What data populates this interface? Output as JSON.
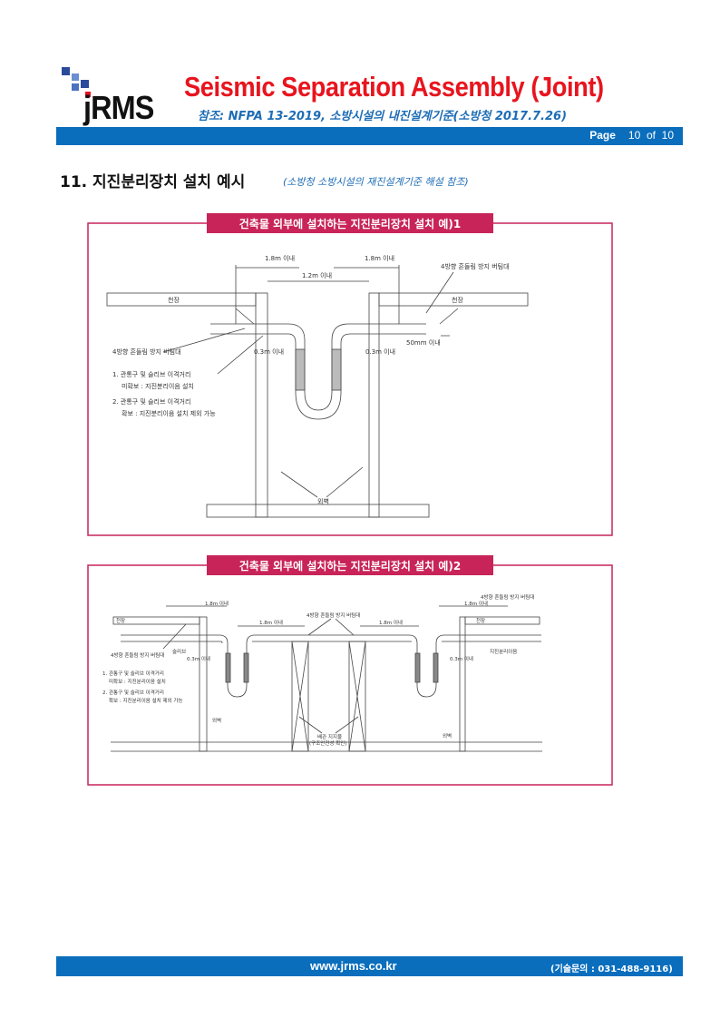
{
  "header": {
    "logo_text": "jRMS",
    "title": "Seismic Separation Assembly (Joint)",
    "subtitle": "참조: NFPA 13-2019, 소방시설의 내진설계기준(소방청 2017.7.26)",
    "page_label": "Page",
    "page_current": "10",
    "page_of": "of",
    "page_total": "10"
  },
  "section": {
    "heading": "11.  지진분리장치 설치 예시",
    "reference": "(소방청 소방시설의 재진설계기준 해설 참조)"
  },
  "diagram1": {
    "title": "건축물 외부에 설치하는 지진분리장치 설치 예)1",
    "dim_left": "1.8m 이내",
    "dim_right": "1.8m 이내",
    "dim_center": "1.2m 이내",
    "brace_right": "4방향 흔들림 방지 버팀대",
    "brace_left": "4방향 흔들림 방지 버팀대",
    "ceiling_left": "천장",
    "ceiling_right": "천장",
    "dim_50mm": "50mm 이내",
    "dim_03_left": "0.3m 이내",
    "dim_03_right": "0.3m 이내",
    "note1a": "1. 관통구 및 슬리브 이격거리",
    "note1b": "미확보 : 지진분리이음 설치",
    "note2a": "2. 관통구 및 슬리브 이격거리",
    "note2b": "확보 : 지진분리이음 설치 제외 가능",
    "wall": "외벽"
  },
  "diagram2": {
    "title": "건축물 외부에 설치하는 지진분리장치 설치 예)2",
    "dim_left_top": "1.8m 이내",
    "dim_mid_left": "1.8m 이내",
    "dim_mid_right": "1.8m 이내",
    "dim_right_top": "1.8m 이내",
    "brace_center": "4방향 흔들림 방지 버팀대",
    "brace_right": "4방향 흔들림 방지 버팀대",
    "brace_left": "4방향 흔들림 방지 버팀대",
    "ceiling_left": "천장",
    "ceiling_right": "천장",
    "sleeve": "슬리브",
    "dim_03_left": "0.3m 이내",
    "dim_03_right": "0.3m 이내",
    "joint": "지진분리이음",
    "note1a": "1. 관통구 및 슬리브 이격거리",
    "note1b": "미확보 : 지진분리이음 설치",
    "note2a": "2. 관통구 및 슬리브 이격거리",
    "note2b": "확보 : 지진분리이음 설치 제외 가능",
    "wall_left": "외벽",
    "wall_right": "외벽",
    "support_a": "배관 지지물",
    "support_b": "(구조안전성 확인)"
  },
  "footer": {
    "url": "www.jrms.co.kr",
    "contact": "(기술문의 : 031-488-9116)"
  },
  "colors": {
    "brand_blue": "#0a6ebd",
    "title_red": "#e8141e",
    "diagram_frame": "#c8245a"
  }
}
